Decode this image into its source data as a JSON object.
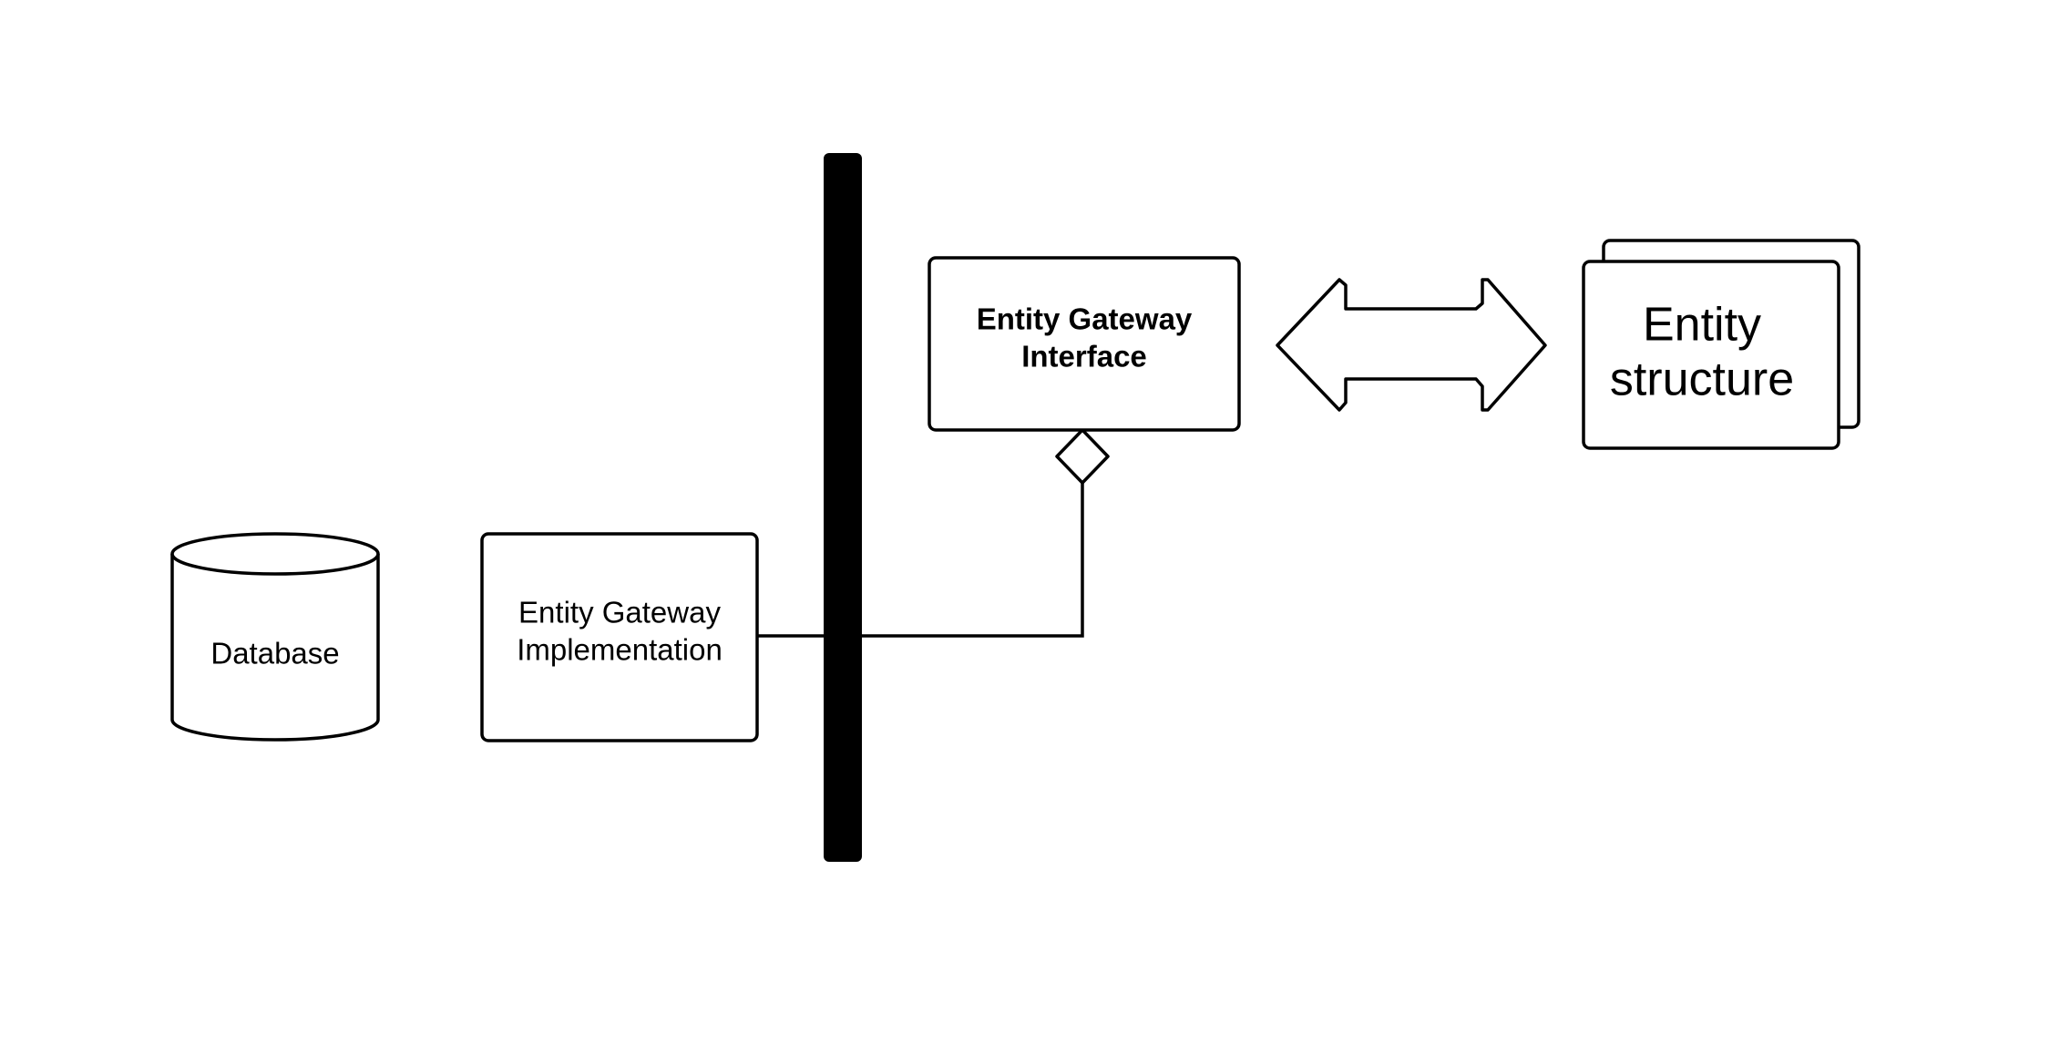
{
  "diagram": {
    "nodes": {
      "database": {
        "label": "Database",
        "shape": "cylinder"
      },
      "gateway_implementation": {
        "label_lines": [
          "Entity Gateway",
          "Implementation"
        ],
        "shape": "rounded-rectangle"
      },
      "gateway_interface": {
        "label_lines": [
          "Entity Gateway",
          "Interface"
        ],
        "shape": "rounded-rectangle",
        "bold": true
      },
      "entity_structure": {
        "label_lines": [
          "Entity",
          "structure"
        ],
        "shape": "stacked-rectangles"
      }
    },
    "boundary": {
      "shape": "thick-vertical-bar",
      "color": "#000000"
    },
    "connectors": [
      {
        "from": "gateway_implementation",
        "to": "gateway_interface",
        "style": "orthogonal-line",
        "end_marker": "hollow-diamond",
        "crosses": "boundary"
      },
      {
        "from": "gateway_interface",
        "to": "entity_structure",
        "style": "double-headed-block-arrow"
      }
    ]
  }
}
